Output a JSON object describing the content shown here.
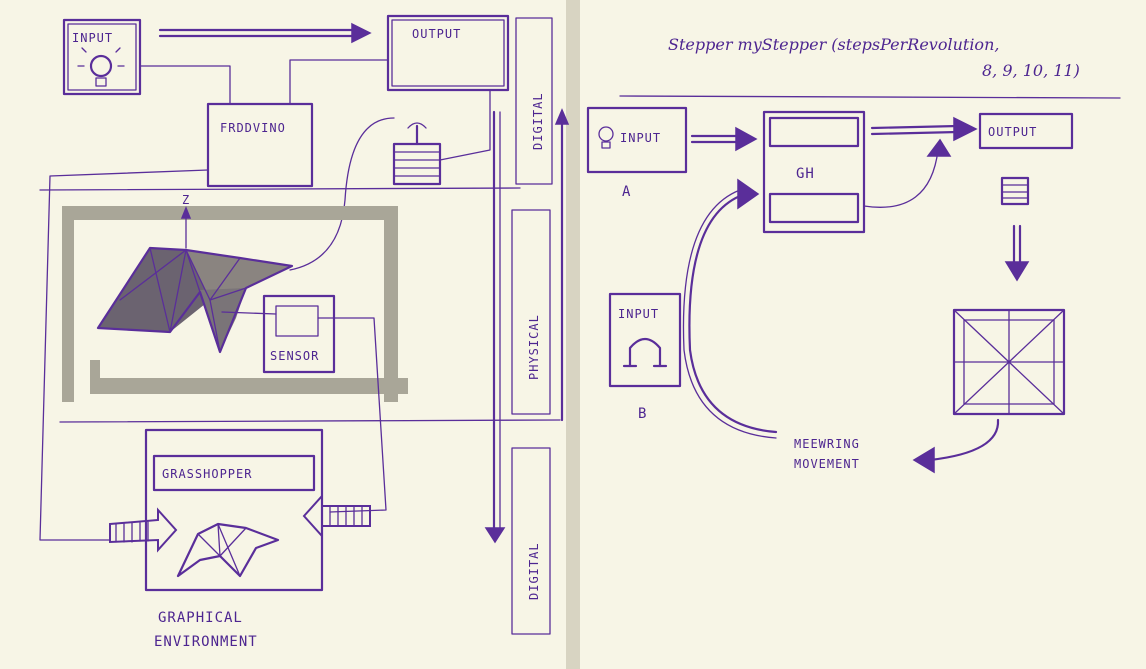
{
  "colors": {
    "paper": "#f7f5e6",
    "ink": "#5a2e9a",
    "marker_gray": "#a9a698",
    "gutter": "#d8d4c2"
  },
  "left_page": {
    "input_label": "INPUT",
    "output_label": "OUTPUT",
    "arduino_label": "FRDDVINO",
    "sensor_label": "SENSOR",
    "z_axis_label": "Z",
    "grasshopper_label": "GRASSHOPPER",
    "graphical_env_line1": "GRAPHICAL",
    "graphical_env_line2": "ENVIRONMENT",
    "physical_label": "PHYSICAL",
    "digital_top_label": "DIGITAL",
    "digital_bottom_label": "DIGITAL"
  },
  "right_page": {
    "code_line1": "Stepper myStepper (stepsPerRevolution,",
    "code_line2": "8, 9, 10, 11)",
    "input_a_label": "INPUT",
    "label_a": "A",
    "gh_label": "GH",
    "output_label": "OUTPUT",
    "input_b_label": "INPUT",
    "label_b": "B",
    "movement_line1": "MEEWRING",
    "movement_line2": "MOVEMENT"
  }
}
